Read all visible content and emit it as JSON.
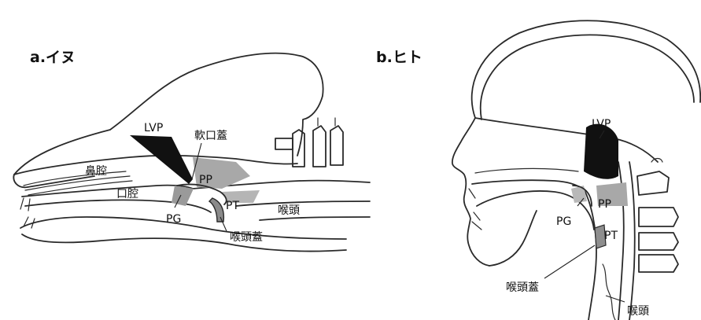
{
  "panel_a": {
    "title": "a.イヌ",
    "labels": {
      "lvp": "LVP",
      "soft_palate": "軟口蓋",
      "nasal_cavity": "鼻腔",
      "oral_cavity": "口腔",
      "pp": "PP",
      "pt": "PT",
      "pg": "PG",
      "larynx": "喉頭",
      "epiglottis": "喉頭蓋"
    }
  },
  "panel_b": {
    "title": "b.ヒト",
    "labels": {
      "lvp": "LVP",
      "pg": "PG",
      "pp": "PP",
      "pt": "PT",
      "epiglottis": "喉頭蓋",
      "larynx": "喉頭"
    }
  },
  "colors": {
    "line": "#2a2a2a",
    "muscle_dark": "#111111",
    "muscle_gray": "#a8a8a8"
  }
}
